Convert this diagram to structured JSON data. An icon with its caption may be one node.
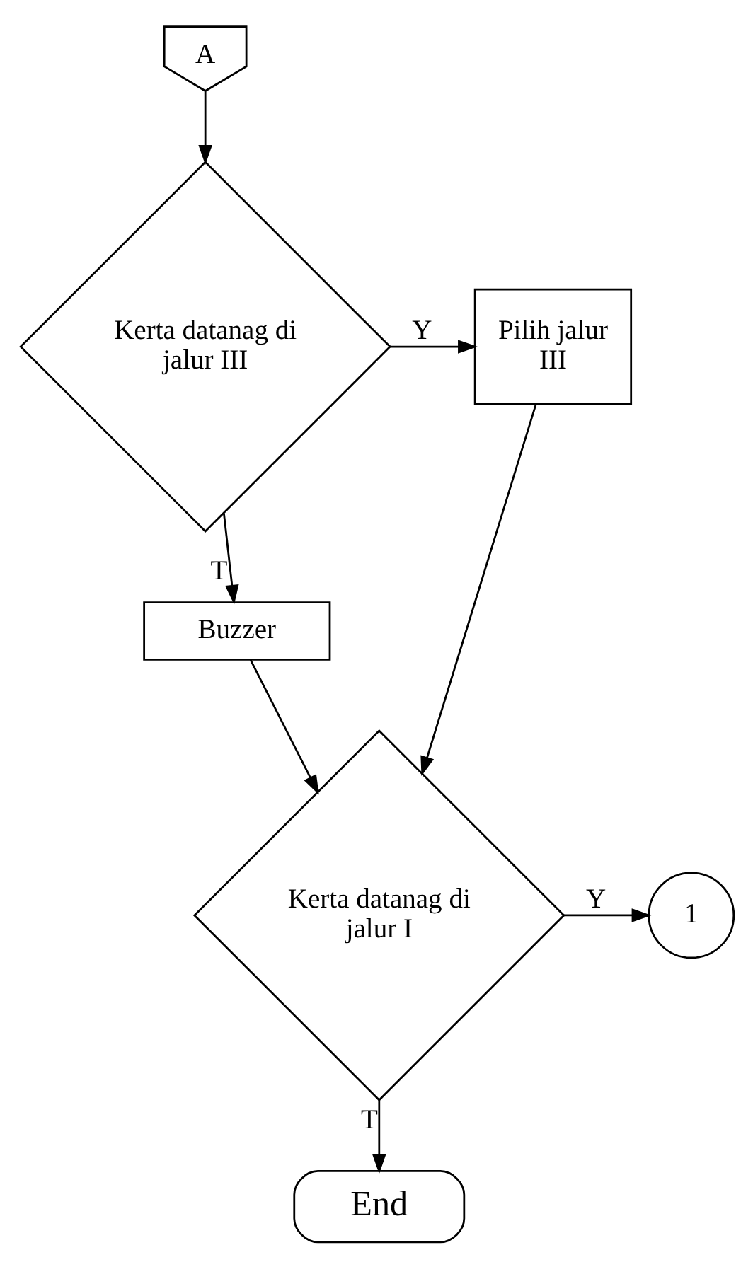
{
  "diagram": {
    "nodes": [
      {
        "text": [
          "A"
        ]
      },
      {
        "text": [
          "Kerta datanag di jalur III"
        ]
      },
      {
        "text": [
          "Pilih jalur III"
        ]
      },
      {
        "text": [
          "Buzzer"
        ]
      },
      {
        "text": [
          "Kerta datanag di jalur I"
        ]
      },
      {
        "text": [
          "1"
        ]
      },
      {
        "text": [
          "End"
        ]
      }
    ],
    "edges": [
      {
        "from": 0,
        "to": 1,
        "arrow": "to"
      },
      {
        "from": 1,
        "to": 2,
        "arrow": "to",
        "label": "Y"
      },
      {
        "from": 1,
        "to": 3,
        "arrow": "to",
        "label": "T"
      },
      {
        "from": 3,
        "to": 4,
        "arrow": "to"
      },
      {
        "from": 2,
        "to": 4,
        "arrow": "to"
      },
      {
        "from": 4,
        "to": 5,
        "arrow": "to",
        "label": "Y"
      },
      {
        "from": 4,
        "to": 6,
        "arrow": "to",
        "label": "T"
      }
    ]
  }
}
